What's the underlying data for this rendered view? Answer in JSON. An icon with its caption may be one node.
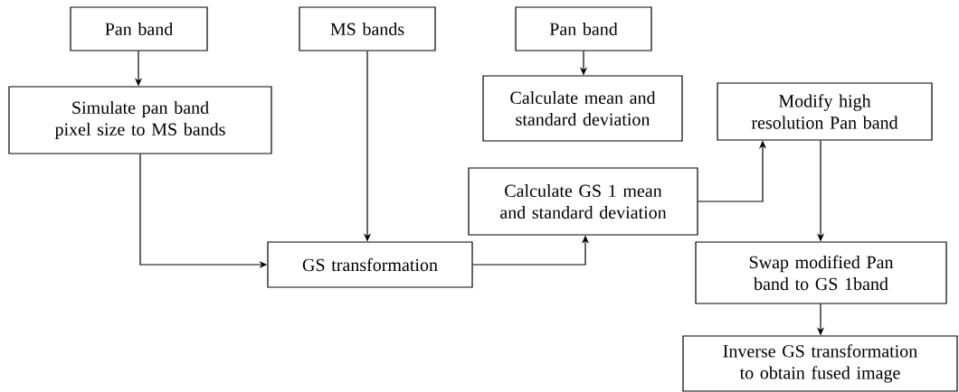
{
  "diagram": {
    "nodes": [
      {
        "text": [
          "Pan band"
        ]
      },
      {
        "text": [
          "MS bands"
        ]
      },
      {
        "text": [
          "Pan band"
        ]
      },
      {
        "text": [
          "Simulate pan band pixel size to MS bands"
        ]
      },
      {
        "text": [
          "Calculate mean and standard deviation"
        ]
      },
      {
        "text": [
          "Modify high resolution Pan band"
        ]
      },
      {
        "text": [
          "Calculate GS 1 mean and standard deviation"
        ]
      },
      {
        "text": [
          "GS transformation"
        ]
      },
      {
        "text": [
          "Swap modified Pan band to GS 1band"
        ]
      },
      {
        "text": [
          "Inverse GS transformation to obtain fused image"
        ]
      }
    ],
    "edges": [
      {
        "from": 0,
        "to": 3,
        "arrow": "to"
      },
      {
        "from": 1,
        "to": 7,
        "arrow": "to"
      },
      {
        "from": 3,
        "to": 7,
        "arrow": "to"
      },
      {
        "from": 2,
        "to": 4,
        "arrow": "to"
      },
      {
        "from": 7,
        "to": 6,
        "arrow": "to"
      },
      {
        "from": 6,
        "to": 5,
        "arrow": "to"
      },
      {
        "from": 5,
        "to": 8,
        "arrow": "to"
      },
      {
        "from": 8,
        "to": 9,
        "arrow": "to"
      }
    ]
  }
}
